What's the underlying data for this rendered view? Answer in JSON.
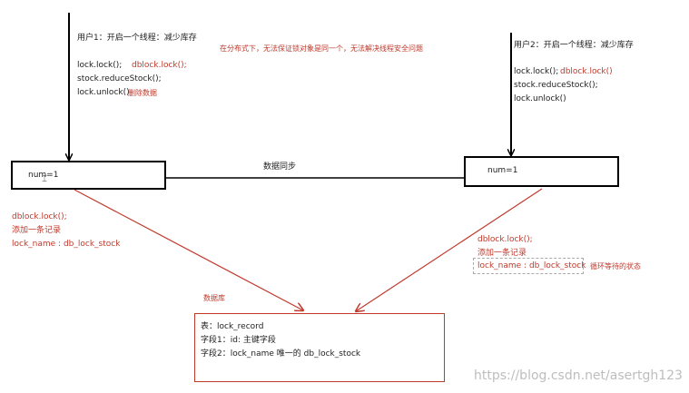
{
  "user1": {
    "title": "用户1：开启一个线程：减少库存",
    "code": [
      "lock.lock();",
      "stock.reduceStock();",
      "lock.unlock()"
    ],
    "notes": [
      "dblock.lock();",
      "删除数据"
    ]
  },
  "user2": {
    "title": "用户2：开启一个线程：减少库存",
    "code": [
      "lock.lock();",
      "stock.reduceStock();",
      "lock.unlock()"
    ],
    "notes": [
      "dblock.lock()"
    ]
  },
  "problem_note": "在分布式下，无法保证锁对象是同一个，无法解决线程安全问题",
  "server_left": {
    "label": "num=1"
  },
  "server_right": {
    "label": "num=1"
  },
  "sync_label": "数据同步",
  "left_db_ops": [
    "dblock.lock();",
    "添加一条记录",
    "lock_name : db_lock_stock"
  ],
  "right_db_ops": {
    "lines": [
      "dblock.lock();",
      "添加一条记录",
      "lock_name : db_lock_stock"
    ],
    "side_note": "循环等待的状态"
  },
  "database": {
    "label": "数据库",
    "rows": [
      "表：lock_record",
      "字段1：id: 主键字段",
      "字段2：lock_name  唯一的    db_lock_stock"
    ]
  },
  "watermark": "https://blog.csdn.net/asertgh123"
}
